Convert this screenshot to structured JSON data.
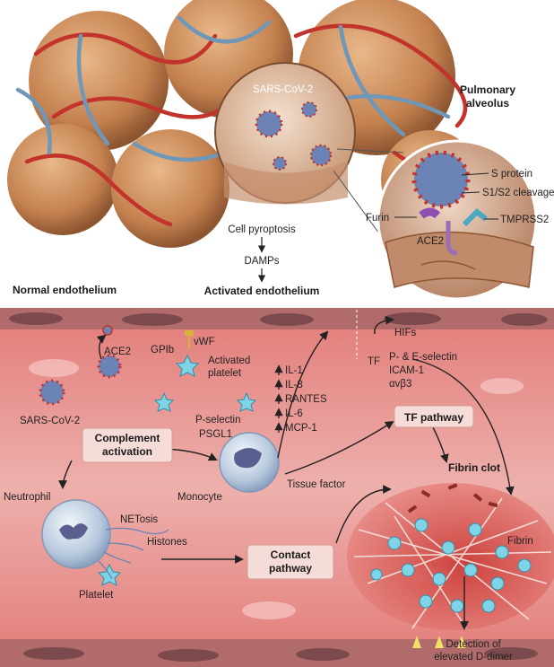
{
  "top": {
    "alveolus_label": "Pulmonary\nalveolus",
    "virus_label": "SARS-CoV-2",
    "inset": {
      "s_protein": "S protein",
      "cleavage": "S1/S2 cleavage",
      "furin": "Furin",
      "tmprss2": "TMPRSS2",
      "ace2": "ACE2"
    },
    "cascade": [
      "Cell pyroptosis",
      "DAMPs",
      "Activated endothelium"
    ],
    "normal_label": "Normal endothelium"
  },
  "bottom": {
    "ace2": "ACE2",
    "gpib": "GPIb",
    "vwf": "vWF",
    "activated_platelet": "Activated\nplatelet",
    "virus": "SARS-CoV-2",
    "complement_box": "Complement\nactivation",
    "p_selectin": "P-selectin",
    "psgl1": "PSGL1",
    "cytokines": [
      "IL-1",
      "IL-8",
      "RANTES",
      "IL-6",
      "MCP-1"
    ],
    "hifs": "HIFs",
    "tf": "TF",
    "adhesion": [
      "P- & E-selectin",
      "ICAM-1",
      "αvβ3"
    ],
    "tf_pathway_box": "TF pathway",
    "fibrin_clot": "Fibrin clot",
    "neutrophil": "Neutrophil",
    "monocyte": "Monocyte",
    "tissue_factor": "Tissue factor",
    "netosis": "NETosis",
    "histones": "Histones",
    "contact_pathway_box": "Contact\npathway",
    "fibrin": "Fibrin",
    "platelet": "Platelet",
    "d_dimer": "Detection of\nelevated D-dimer"
  },
  "colors": {
    "alveolus": "#c98a58",
    "capillary_red": "#c2332b",
    "capillary_blue": "#6f97b8",
    "vessel": "#e9a3a0",
    "vessel_wall": "#9a5a58",
    "virus": "#6b83b5",
    "spike": "#c2332b",
    "platelet": "#7fd3e6"
  }
}
